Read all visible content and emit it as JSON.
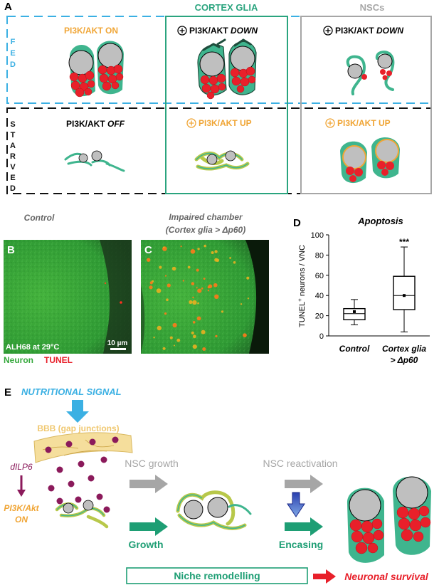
{
  "colors": {
    "glia_green": "#3fb58e",
    "orange": "#f0a535",
    "blue": "#3bb0e3",
    "red": "#e8202a",
    "grey": "#a6a6a6",
    "nucleus_grey": "#bfbfbf",
    "purple": "#8b1a5b",
    "navy": "#1c2a8a",
    "dark_green": "#1e6b4f",
    "yellow_green": "#b8c84a",
    "tissue_green": "#35a83c"
  },
  "panel_a": {
    "letter": "A",
    "col_cortex": "CORTEX GLIA",
    "col_nscs": "NSCs",
    "row_fed_letters": [
      "F",
      "E",
      "D"
    ],
    "row_starved_letters": [
      "S",
      "T",
      "A",
      "R",
      "V",
      "E",
      "D"
    ],
    "fed": {
      "c1": "PI3K/AKT ON",
      "c2_prefix": "PI3K/AKT ",
      "c2_italic": "DOWN",
      "c3_prefix": "PI3K/AKT ",
      "c3_italic": "DOWN"
    },
    "starved": {
      "c1_prefix": "PI3K/AKT ",
      "c1_italic": "OFF",
      "c2": "PI3K/AKT UP",
      "c3": "PI3K/AKT UP"
    }
  },
  "panel_b": {
    "letter": "B",
    "title": "Control",
    "timestamp": "ALH68 at 29°C",
    "scale_bar": "10 µm",
    "legend_neuron": "Neuron",
    "legend_tunel": "TUNEL"
  },
  "panel_c": {
    "letter": "C",
    "title_line1": "Impaired chamber",
    "title_line2": "(Cortex glia > Δp60)"
  },
  "panel_d": {
    "letter": "D",
    "title": "Apoptosis",
    "significance": "***",
    "x_label_2_line1": "Cortex glia",
    "x_label_2_line2": "> Δp60"
  },
  "chart_data": {
    "type": "box",
    "title": "Apoptosis",
    "ylabel": "TUNEL⁺ neurons / VNC",
    "ylim": [
      0,
      100
    ],
    "yticks": [
      0,
      20,
      40,
      60,
      80,
      100
    ],
    "categories": [
      "Control",
      "Cortex glia > Δp60"
    ],
    "boxes": [
      {
        "category": "Control",
        "min": 11,
        "q1": 16,
        "median": 22,
        "q3": 27,
        "max": 36,
        "mean": 24
      },
      {
        "category": "Cortex glia > Δp60",
        "min": 4,
        "q1": 26,
        "median": 40,
        "q3": 59,
        "max": 88,
        "mean": 40
      }
    ],
    "significance": "***"
  },
  "panel_e": {
    "letter": "E",
    "nutritional_signal": "NUTRITIONAL SIGNAL",
    "bbb": "BBB (gap junctions)",
    "dilp6": "dILP6",
    "pi3k_line1": "PI3K/Akt",
    "pi3k_line2": "ON",
    "nsc_growth": "NSC growth",
    "nsc_reactivation": "NSC reactivation",
    "growth": "Growth",
    "encasing": "Encasing",
    "niche_remodelling": "Niche remodelling",
    "neuronal_survival": "Neuronal survival"
  }
}
